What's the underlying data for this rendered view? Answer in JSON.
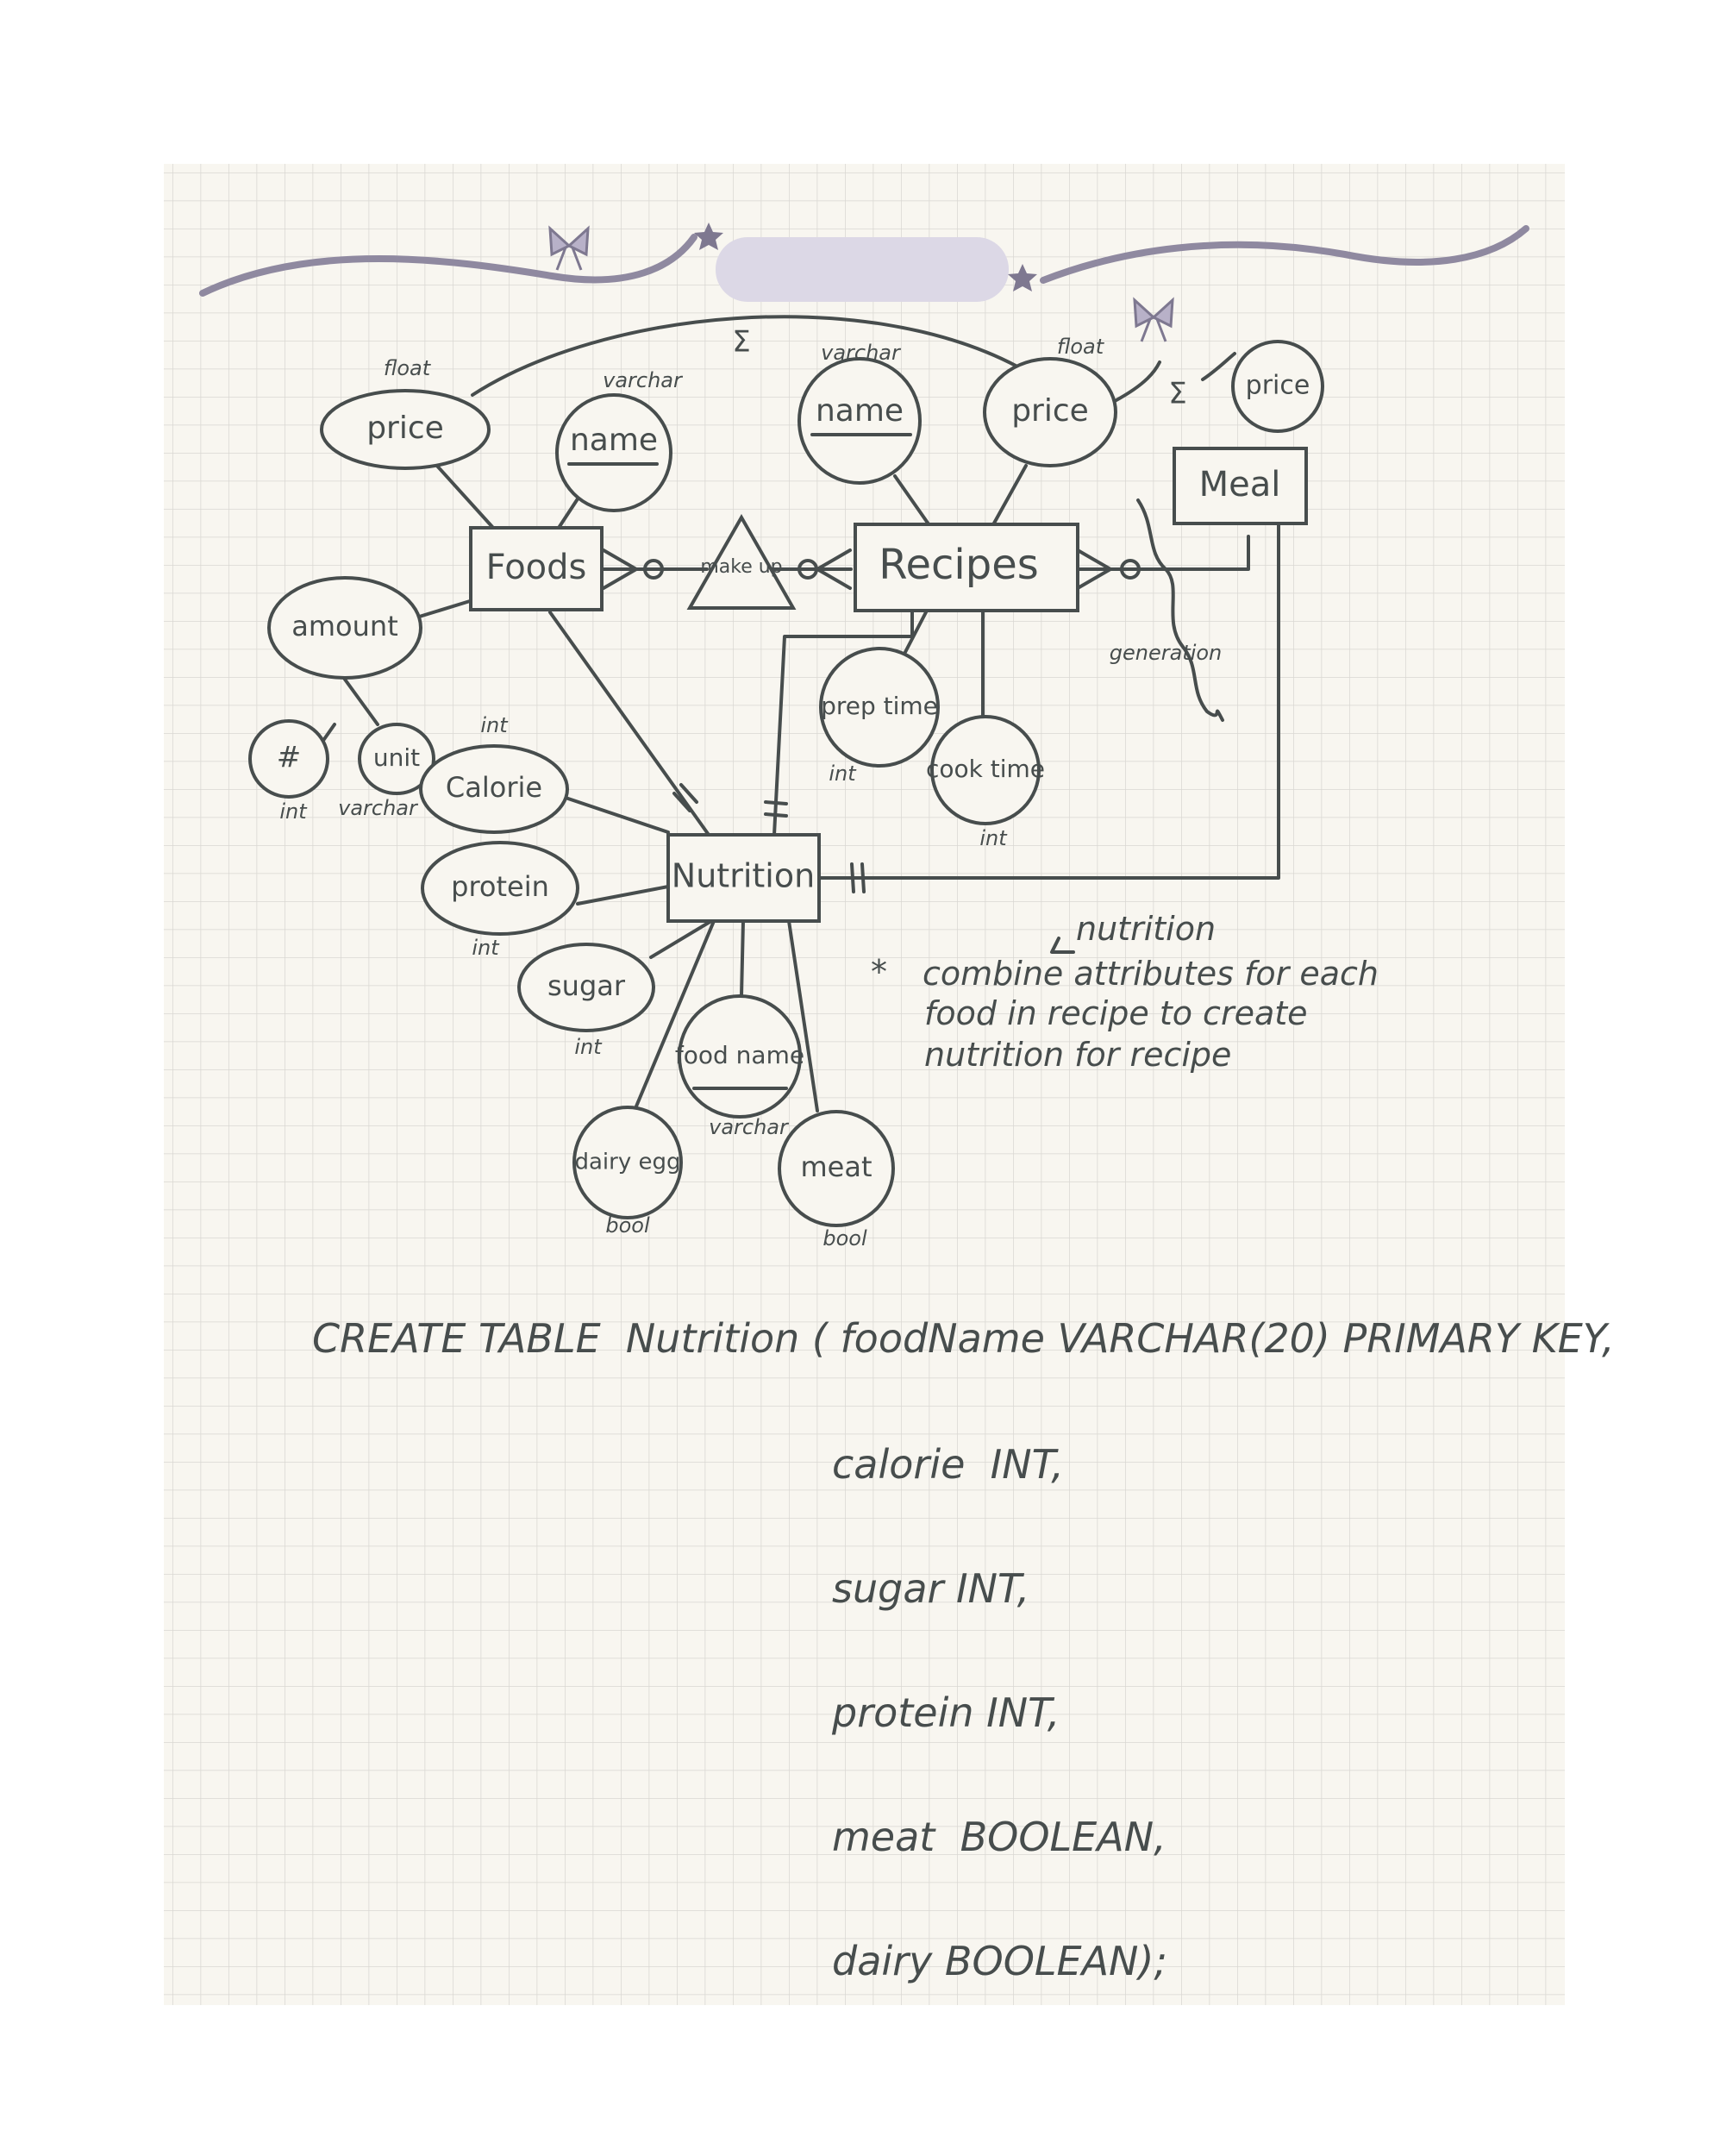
{
  "entities": {
    "foods": "Foods",
    "recipes": "Recipes",
    "meal": "Meal",
    "nutrition": "Nutrition"
  },
  "relationship": "make up",
  "attributes": {
    "foods_price": "price",
    "foods_name": "name",
    "recipes_name": "name",
    "recipes_price": "price",
    "meal_price": "price",
    "amount": "amount",
    "amount_number": "#",
    "amount_unit": "unit",
    "calorie": "Calorie",
    "protein": "protein",
    "sugar": "sugar",
    "food_name": "food name",
    "dairy_egg": "dairy egg",
    "meat": "meat",
    "prep_time": "prep time",
    "cook_time": "cook time"
  },
  "types": {
    "foods_price": "float",
    "foods_name": "varchar",
    "recipes_name": "varchar",
    "recipes_price": "float",
    "calorie": "int",
    "amount_number": "int",
    "amount_unit": "varchar",
    "protein": "int",
    "sugar": "int",
    "food_name": "varchar",
    "dairy_egg": "bool",
    "meat": "bool",
    "prep_time": "int",
    "cook_time": "int"
  },
  "sigma": "Σ",
  "generation_label": "generation",
  "note": {
    "marker": "*",
    "inserted_word": "nutrition",
    "lines": [
      "combine attributes for each",
      "food in recipe to create",
      "nutrition for recipe"
    ]
  },
  "sql": {
    "head": "CREATE TABLE  Nutrition ( foodName VARCHAR(20) PRIMARY KEY,",
    "lines": [
      "calorie  INT,",
      "sugar INT,",
      "protein INT,",
      "meat  BOOLEAN,",
      "dairy BOOLEAN);"
    ]
  }
}
